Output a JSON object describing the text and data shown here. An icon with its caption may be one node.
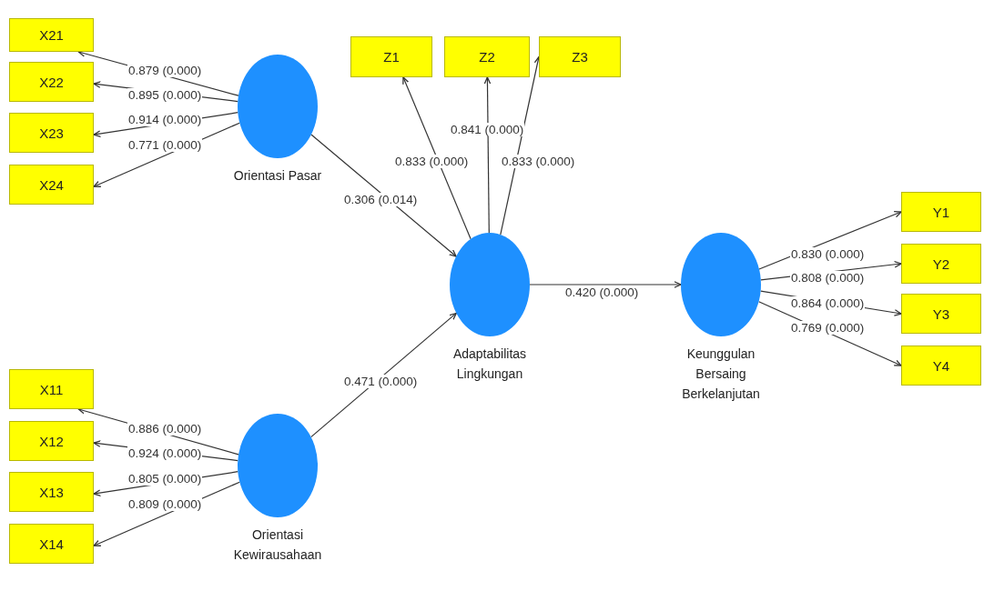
{
  "diagram": {
    "nodes": [
      {
        "text": [
          "X21"
        ]
      },
      {
        "text": [
          "X22"
        ]
      },
      {
        "text": [
          "X23"
        ]
      },
      {
        "text": [
          "X24"
        ]
      },
      {
        "text": [
          "Orientasi Pasar"
        ]
      },
      {
        "text": [
          "Z1"
        ]
      },
      {
        "text": [
          "Z2"
        ]
      },
      {
        "text": [
          "Z3"
        ]
      },
      {
        "text": [
          "Adaptabilitas Lingkungan"
        ]
      },
      {
        "text": [
          "Y1"
        ]
      },
      {
        "text": [
          "Y2"
        ]
      },
      {
        "text": [
          "Y3"
        ]
      },
      {
        "text": [
          "Y4"
        ]
      },
      {
        "text": [
          "Keunggulan Bersaing Berkelanjutan"
        ]
      },
      {
        "text": [
          "X11"
        ]
      },
      {
        "text": [
          "X12"
        ]
      },
      {
        "text": [
          "X13"
        ]
      },
      {
        "text": [
          "X14"
        ]
      },
      {
        "text": [
          "Orientasi Kewirausahaan"
        ]
      }
    ],
    "edges": [
      {
        "from": 4,
        "to": 0,
        "arrow": "to",
        "label": "0.879 (0.000)"
      },
      {
        "from": 4,
        "to": 1,
        "arrow": "to",
        "label": "0.895 (0.000)"
      },
      {
        "from": 4,
        "to": 2,
        "arrow": "to",
        "label": "0.914 (0.000)"
      },
      {
        "from": 4,
        "to": 3,
        "arrow": "to",
        "label": "0.771 (0.000)"
      },
      {
        "from": 4,
        "to": 8,
        "arrow": "to",
        "label": "0.306 (0.014)"
      },
      {
        "from": 8,
        "to": 5,
        "arrow": "to",
        "label": "0.833 (0.000)"
      },
      {
        "from": 8,
        "to": 6,
        "arrow": "to",
        "label": "0.841 (0.000)"
      },
      {
        "from": 8,
        "to": 7,
        "arrow": "to",
        "label": "0.833 (0.000)"
      },
      {
        "from": 8,
        "to": 13,
        "arrow": "to",
        "label": "0.420 (0.000)"
      },
      {
        "from": 13,
        "to": 9,
        "arrow": "to",
        "label": "0.830 (0.000)"
      },
      {
        "from": 13,
        "to": 10,
        "arrow": "to",
        "label": "0.808 (0.000)"
      },
      {
        "from": 13,
        "to": 11,
        "arrow": "to",
        "label": "0.864 (0.000)"
      },
      {
        "from": 13,
        "to": 12,
        "arrow": "to",
        "label": "0.769 (0.000)"
      },
      {
        "from": 18,
        "to": 8,
        "arrow": "to",
        "label": "0.471 (0.000)"
      },
      {
        "from": 18,
        "to": 14,
        "arrow": "to",
        "label": "0.886 (0.000)"
      },
      {
        "from": 18,
        "to": 15,
        "arrow": "to",
        "label": "0.924 (0.000)"
      },
      {
        "from": 18,
        "to": 16,
        "arrow": "to",
        "label": "0.805 (0.000)"
      },
      {
        "from": 18,
        "to": 17,
        "arrow": "to",
        "label": "0.809 (0.000)"
      }
    ]
  }
}
